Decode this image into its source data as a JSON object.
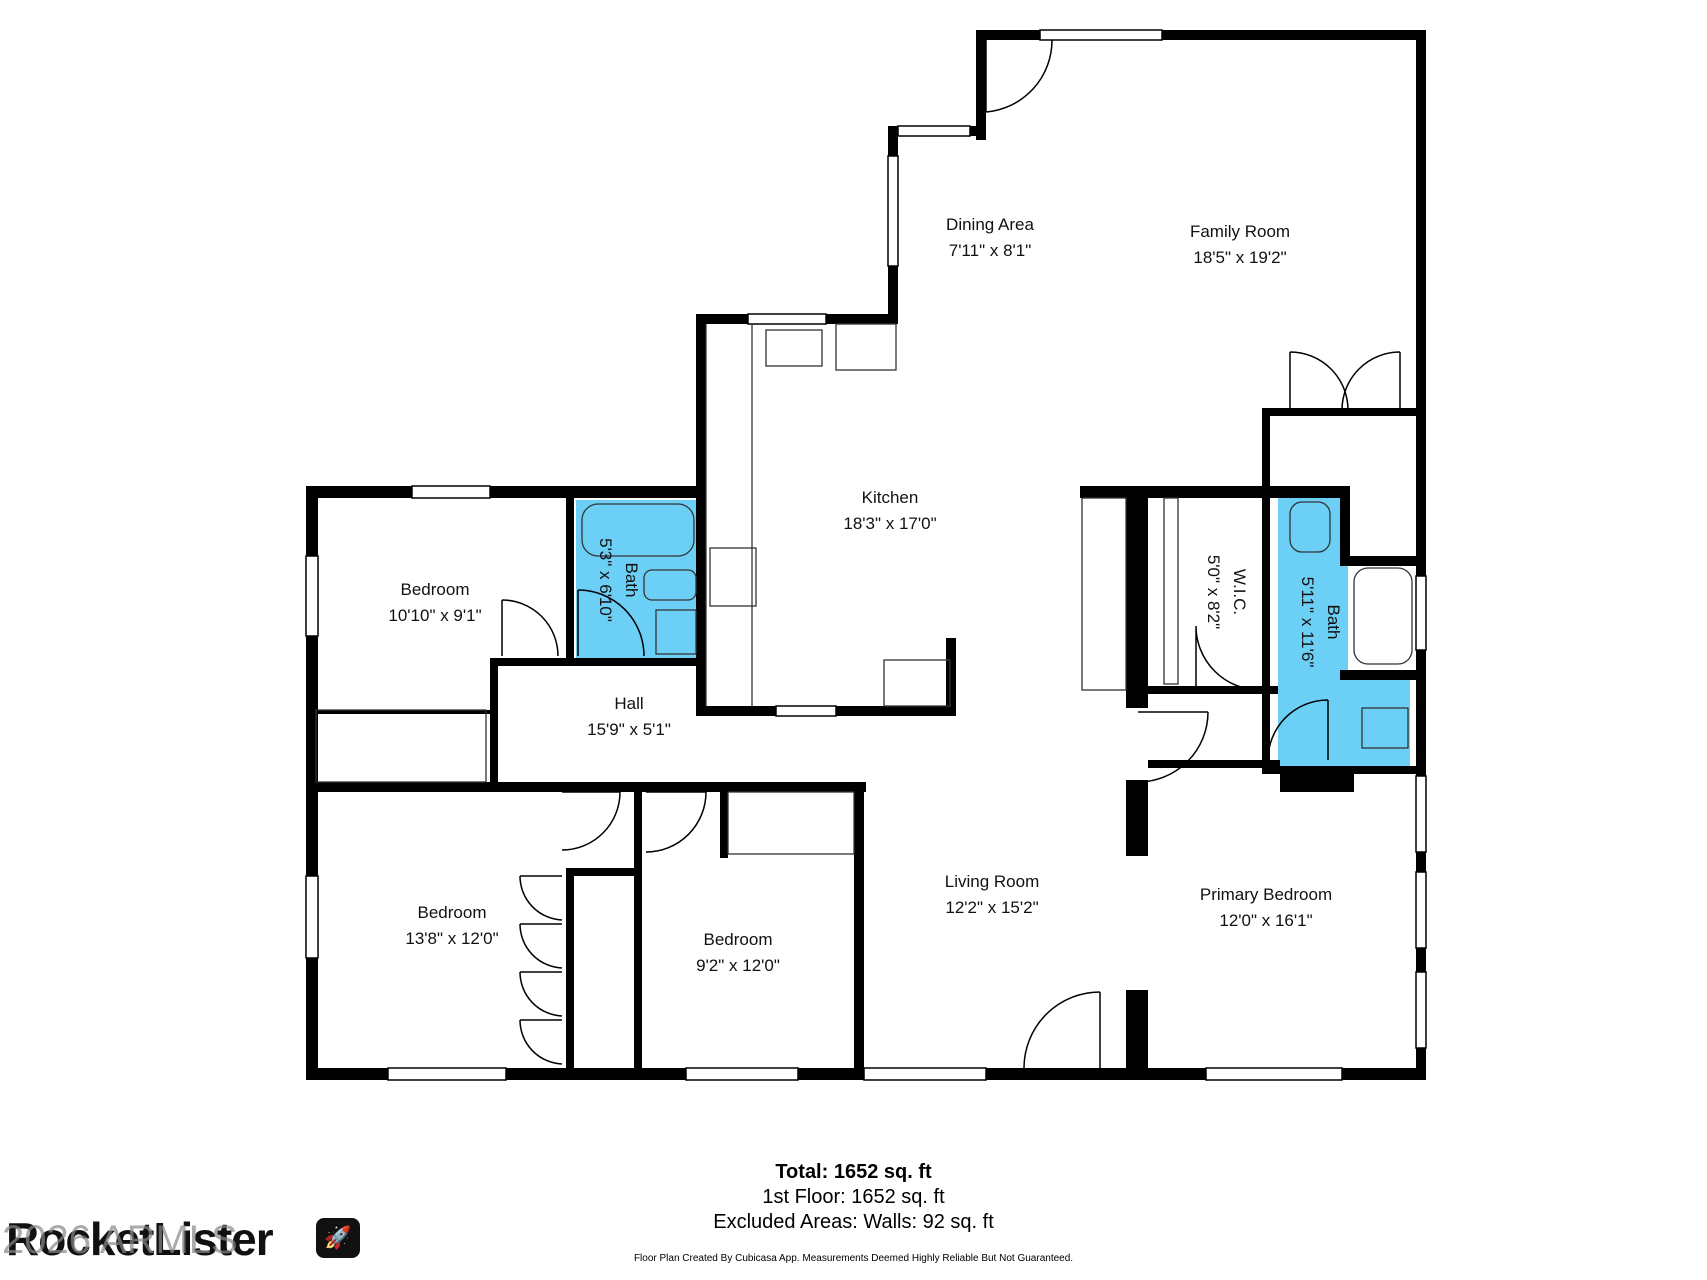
{
  "rooms": [
    {
      "name": "Dining Area",
      "dims": "7'11\" x 8'1\""
    },
    {
      "name": "Family Room",
      "dims": "18'5\" x 19'2\""
    },
    {
      "name": "Kitchen",
      "dims": "18'3\" x 17'0\""
    },
    {
      "name": "Bedroom",
      "dims": "10'10\" x 9'1\""
    },
    {
      "name": "Bath",
      "dims": "5'3\" x 6'10\""
    },
    {
      "name": "W.I.C.",
      "dims": "5'0\" x 8'2\""
    },
    {
      "name": "Bath",
      "dims": "5'11\" x 11'6\""
    },
    {
      "name": "Hall",
      "dims": "15'9\" x 5'1\""
    },
    {
      "name": "Living Room",
      "dims": "12'2\" x 15'2\""
    },
    {
      "name": "Primary Bedroom",
      "dims": "12'0\" x 16'1\""
    },
    {
      "name": "Bedroom",
      "dims": "13'8\" x 12'0\""
    },
    {
      "name": "Bedroom",
      "dims": "9'2\" x 12'0\""
    }
  ],
  "summary": {
    "total": "Total: 1652 sq. ft",
    "floor1": "1st Floor: 1652 sq. ft",
    "excluded": "Excluded Areas: Walls: 92 sq. ft"
  },
  "disclaimer": "Floor Plan Created By Cubicasa App. Measurements Deemed Highly Reliable But Not Guaranteed.",
  "branding": {
    "logo": "RocketLister",
    "copyright": "2026 ARMLS"
  },
  "colors": {
    "bath_fill": "#6ccff6",
    "wall": "#000000"
  }
}
